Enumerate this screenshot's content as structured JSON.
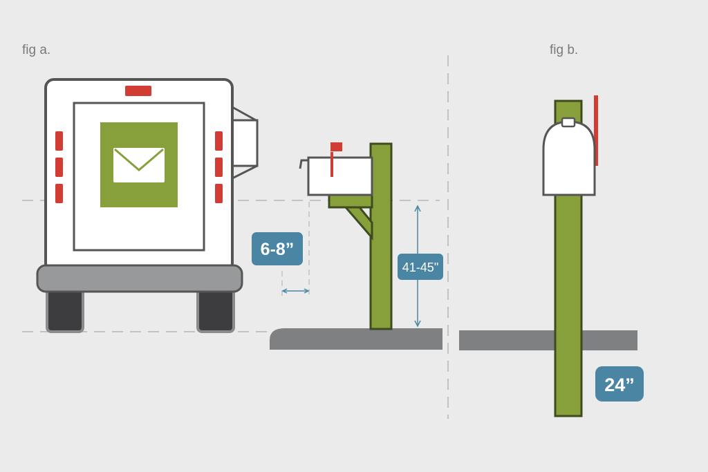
{
  "figures": {
    "a": {
      "label": "fig a."
    },
    "b": {
      "label": "fig b."
    }
  },
  "dimensions": {
    "offset_from_curb": "6-8”",
    "mailbox_height": "41-45\"",
    "post_depth": "24”"
  },
  "icons": {
    "truck": "mail-truck-icon",
    "envelope": "envelope-icon",
    "mailbox": "mailbox-icon",
    "flag": "mailbox-flag-icon"
  },
  "colors": {
    "background": "#ebebeb",
    "post_green": "#88a03c",
    "outline": "#555555",
    "dim_badge": "#4a86a3",
    "pavement": "#8a8b8d",
    "flag_red": "#d13c34",
    "guide": "#c2c2c2"
  }
}
